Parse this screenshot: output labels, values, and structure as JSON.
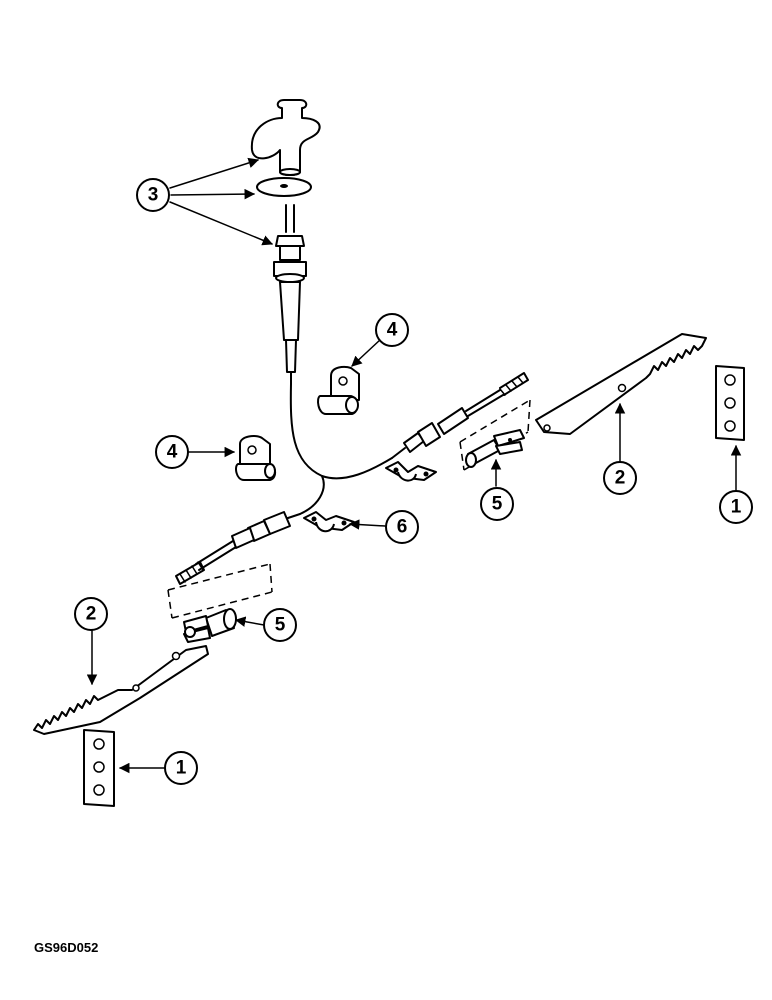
{
  "diagram_id": "GS96D052",
  "callouts": [
    {
      "label": "1"
    },
    {
      "label": "1"
    },
    {
      "label": "2"
    },
    {
      "label": "2"
    },
    {
      "label": "3"
    },
    {
      "label": "4"
    },
    {
      "label": "4"
    },
    {
      "label": "5"
    },
    {
      "label": "5"
    },
    {
      "label": "6"
    }
  ]
}
